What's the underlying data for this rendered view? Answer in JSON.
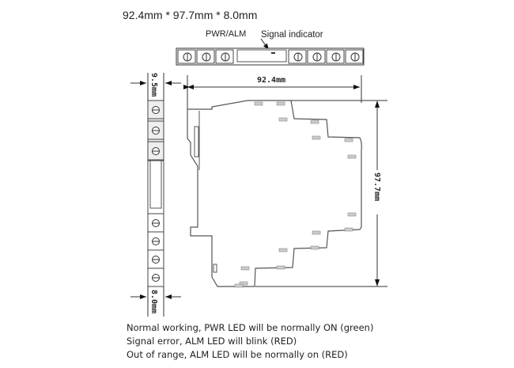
{
  "title": "92.4mm * 97.7mm * 8.0mm",
  "top_view": {
    "indicator_label": "PWR/ALM",
    "indicator_desc": "Signal indicator"
  },
  "dimensions": {
    "width": "92.4mm",
    "height": "97.7mm",
    "terminal_pitch": "9.5mm",
    "thickness": "8.0mm"
  },
  "notes": [
    "Normal working, PWR LED will be normally ON (green)",
    "Signal error, ALM LED will blink (RED)",
    "Out of range, ALM LED will be normally on (RED)"
  ]
}
